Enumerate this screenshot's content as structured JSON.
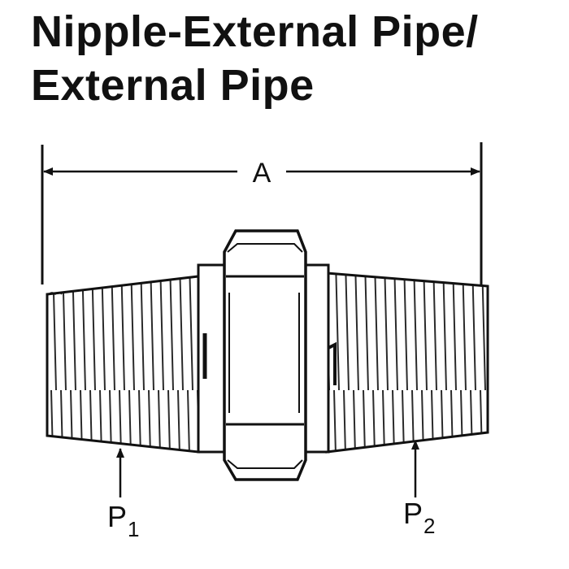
{
  "title": {
    "line1": "Nipple-External Pipe/",
    "line2": "External Pipe"
  },
  "diagram": {
    "dimension_label": "A",
    "port_left": {
      "label": "P",
      "subscript": "1"
    },
    "port_right": {
      "label": "P",
      "subscript": "2"
    }
  }
}
